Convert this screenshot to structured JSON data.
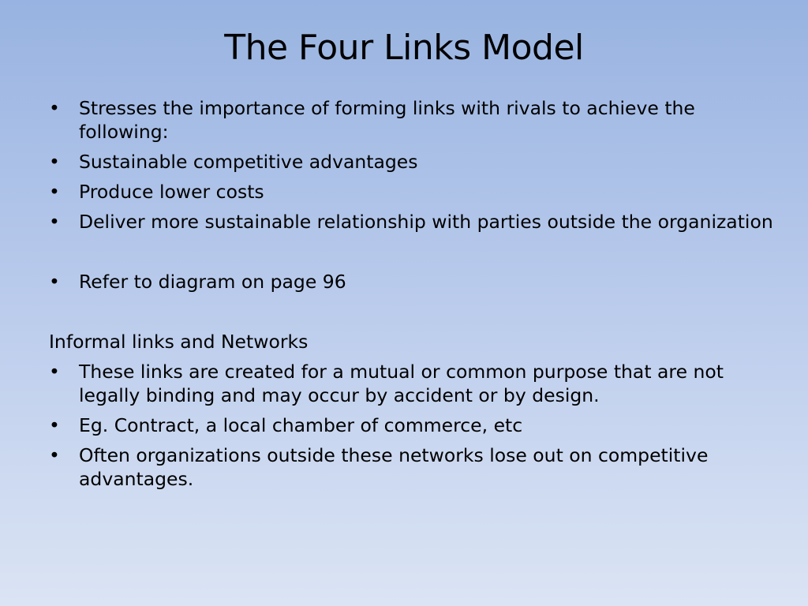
{
  "slide": {
    "title": "The Four Links Model",
    "bullet_char": "•",
    "group1": [
      "Stresses the importance of forming links with rivals to achieve the following:",
      "Sustainable competitive advantages",
      "Produce lower costs",
      "Deliver more sustainable relationship with parties outside the organization"
    ],
    "group2": [
      "Refer to diagram on page 96"
    ],
    "subheading": "Informal links and Networks",
    "group3": [
      "These links are created for a mutual or common purpose that are not legally binding and may occur by accident or by design.",
      "Eg. Contract, a local chamber of commerce, etc",
      "Often organizations outside these networks lose out on competitive advantages."
    ]
  }
}
